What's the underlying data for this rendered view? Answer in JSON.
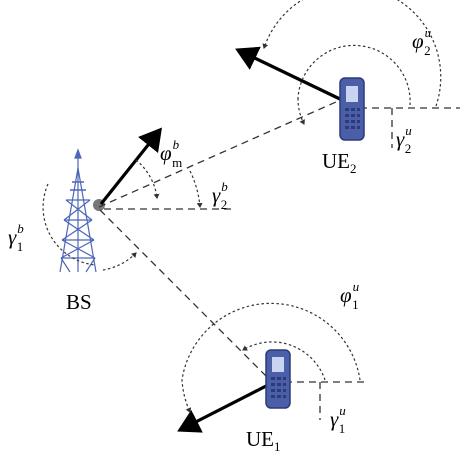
{
  "labels": {
    "bs": "BS",
    "ue1": {
      "base": "UE",
      "sub": "1"
    },
    "ue2": {
      "base": "UE",
      "sub": "2"
    },
    "phi2u": {
      "sym": "φ",
      "sup": "u",
      "sub": "2"
    },
    "gamma2u": {
      "sym": "γ",
      "sup": "u",
      "sub": "2"
    },
    "phimb": {
      "sym": "φ",
      "sup": "b",
      "sub": "m"
    },
    "gamma2b": {
      "sym": "γ",
      "sup": "b",
      "sub": "2"
    },
    "gamma1b": {
      "sym": "γ",
      "sup": "b",
      "sub": "1"
    },
    "phi1u": {
      "sym": "φ",
      "sup": "u",
      "sub": "1"
    },
    "gamma1u": {
      "sym": "γ",
      "sup": "u",
      "sub": "1"
    }
  },
  "colors": {
    "device_body": "#4a5fa8",
    "device_dark": "#2c3a78",
    "device_screen": "#c9d4f0",
    "tower": "#4d66b8"
  }
}
